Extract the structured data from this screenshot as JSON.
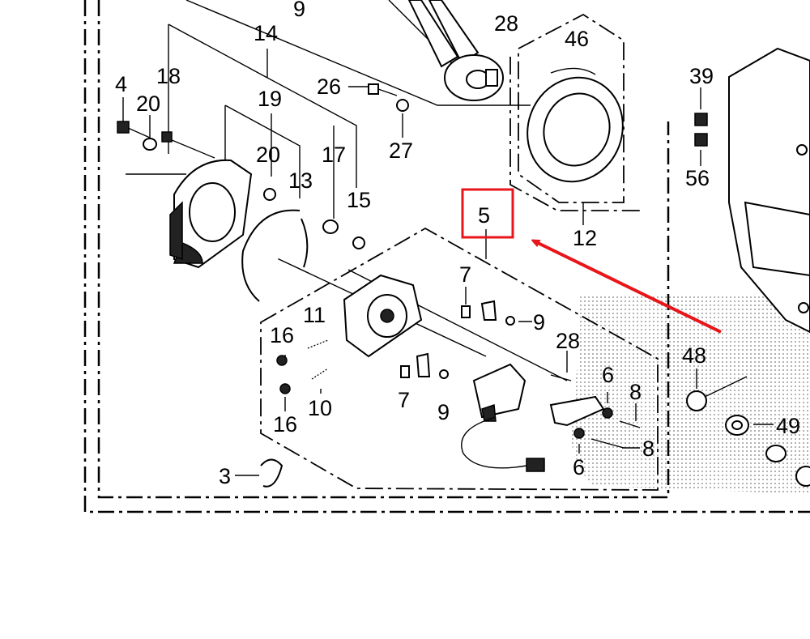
{
  "diagram": {
    "highlighted_part": "5",
    "highlight_color": "#e8161b",
    "arrow_color": "#e8161b",
    "line_color": "#000000",
    "part_numbers": {
      "p9_top": "9",
      "p28_top": "28",
      "p14": "14",
      "p18": "18",
      "p4": "4",
      "p20_left": "20",
      "p19": "19",
      "p26": "26",
      "p46": "46",
      "p27": "27",
      "p20_mid": "20",
      "p13": "13",
      "p17": "17",
      "p15": "15",
      "p12": "12",
      "p39": "39",
      "p56": "56",
      "p5": "5",
      "p7_upper": "7",
      "p9_upper": "9",
      "p11": "11",
      "p16_upper": "16",
      "p28_mid": "28",
      "p48": "48",
      "p6_upper": "6",
      "p8_upper": "8",
      "p7_lower": "7",
      "p9_lower": "9",
      "p10": "10",
      "p16_lower": "16",
      "p49": "49",
      "p6_lower": "6",
      "p8_lower": "8",
      "p3": "3"
    }
  }
}
